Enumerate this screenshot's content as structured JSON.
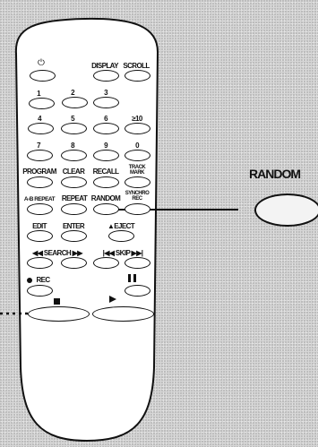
{
  "buttons": {
    "power": "⏻",
    "display": "DISPLAY",
    "scroll": "SCROLL",
    "num_1": "1",
    "num_2": "2",
    "num_3": "3",
    "num_4": "4",
    "num_5": "5",
    "num_6": "6",
    "num_ge10": "≥10",
    "num_7": "7",
    "num_8": "8",
    "num_9": "9",
    "num_0": "0",
    "program": "PROGRAM",
    "clear": "CLEAR",
    "recall": "RECALL",
    "track_mark_line1": "TRACK",
    "track_mark_line2": "MARK",
    "ab_repeat": "A-B REPEAT",
    "repeat": "REPEAT",
    "random": "RANDOM",
    "synchro_rec_line1": "SYNCHRO",
    "synchro_rec_line2": "REC",
    "edit": "EDIT",
    "enter": "ENTER",
    "eject": "▲EJECT",
    "search": "◀◀ SEARCH ▶▶",
    "skip": "|◀◀ SKIP ▶▶|",
    "rec": "REC"
  },
  "callout": {
    "label": "RANDOM"
  },
  "colors": {
    "ink": "#111111",
    "background": "#d6d6d6",
    "remote_body": "#ffffff"
  }
}
